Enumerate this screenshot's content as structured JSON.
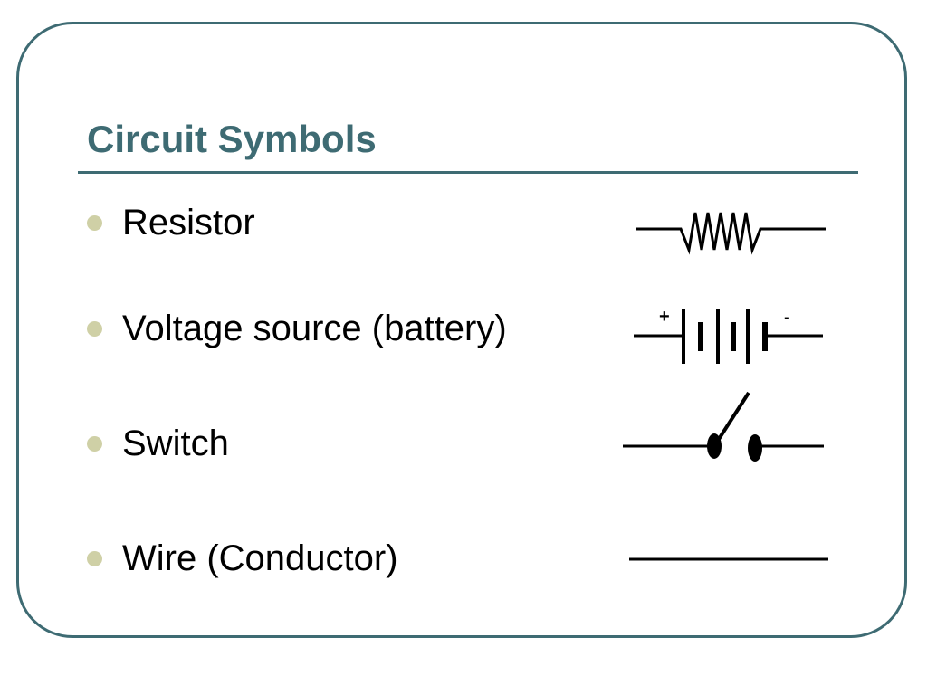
{
  "slide": {
    "title": "Circuit Symbols",
    "accent_color": "#3e6b73",
    "bullet_color": "#cfd0a6"
  },
  "items": [
    {
      "label": "Resistor",
      "symbol": "resistor"
    },
    {
      "label": "Voltage source (battery)",
      "symbol": "battery",
      "positive_sign": "+",
      "negative_sign": "-"
    },
    {
      "label": "Switch",
      "symbol": "switch"
    },
    {
      "label": "Wire (Conductor)",
      "symbol": "wire"
    }
  ]
}
